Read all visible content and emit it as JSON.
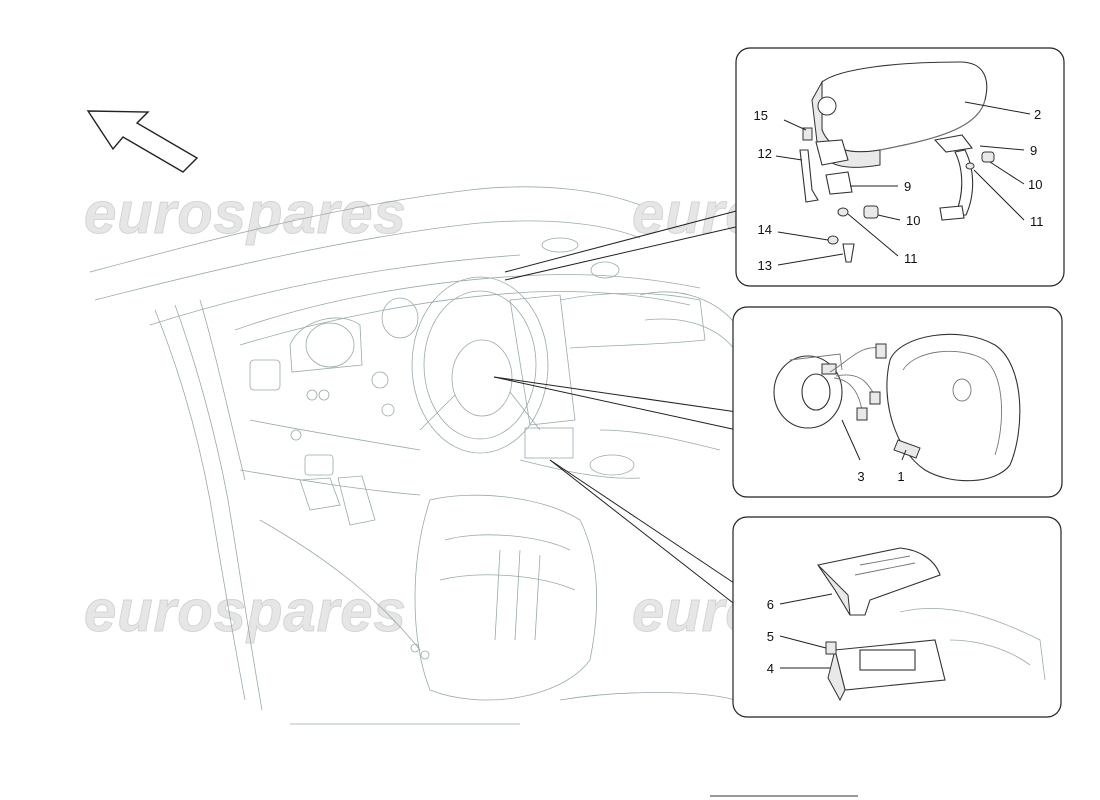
{
  "watermark": "eurospares",
  "callouts": {
    "top": [
      {
        "num": "15"
      },
      {
        "num": "12"
      },
      {
        "num": "14"
      },
      {
        "num": "13"
      },
      {
        "num": "2"
      },
      {
        "num": "9"
      },
      {
        "num": "10"
      },
      {
        "num": "11"
      },
      {
        "num": "9"
      },
      {
        "num": "10"
      },
      {
        "num": "11"
      }
    ],
    "middle": [
      {
        "num": "3"
      },
      {
        "num": "1"
      }
    ],
    "bottom": [
      {
        "num": "6"
      },
      {
        "num": "5"
      },
      {
        "num": "4"
      }
    ]
  }
}
